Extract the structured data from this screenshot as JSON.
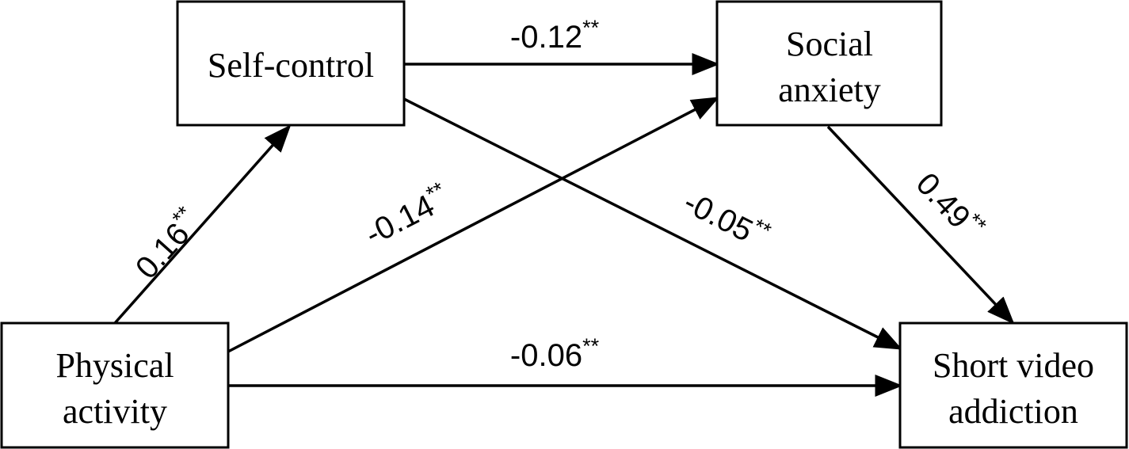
{
  "nodes": {
    "self_control": {
      "lines": [
        "Self-control"
      ]
    },
    "social_anxiety": {
      "lines": [
        "Social",
        "anxiety"
      ]
    },
    "physical_activity": {
      "lines": [
        "Physical",
        "activity"
      ]
    },
    "short_video": {
      "lines": [
        "Short video",
        "addiction"
      ]
    }
  },
  "edges": {
    "pa_sc": {
      "value": "0.16",
      "sig": "**"
    },
    "sc_sa": {
      "value": "-0.12",
      "sig": "**"
    },
    "pa_sa": {
      "value": "-0.14",
      "sig": "**"
    },
    "sc_sv": {
      "value": "-0.05",
      "sig": "**"
    },
    "sa_sv": {
      "value": "0.49",
      "sig": "**"
    },
    "pa_sv": {
      "value": "-0.06",
      "sig": "**"
    }
  }
}
